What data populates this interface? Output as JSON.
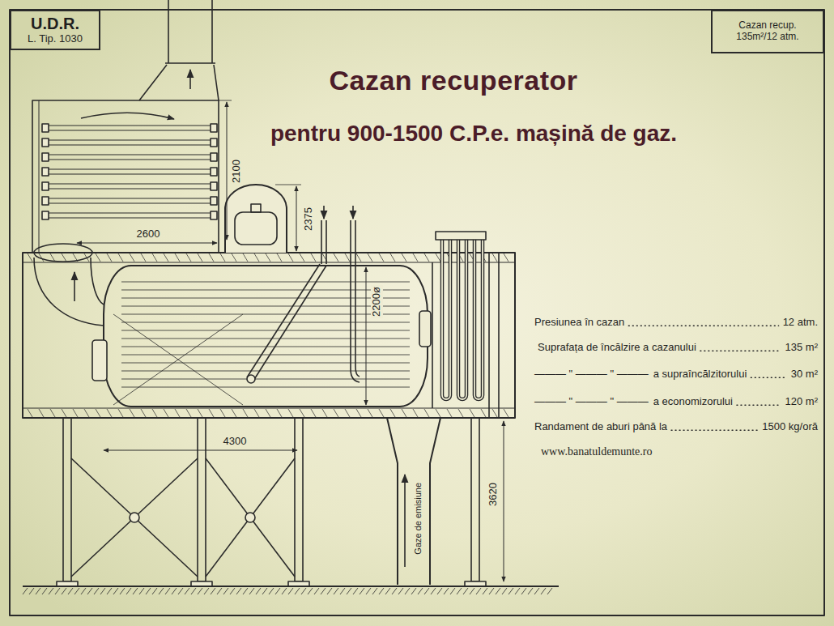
{
  "diagram": {
    "title": "Cazan recuperator",
    "nodes": [
      {
        "text": [
          "U.D.R.",
          "L. Tip. 1030"
        ]
      },
      {
        "text": [
          "Cazan recup.",
          "135m²/12 atm."
        ]
      }
    ],
    "labels": [
      "pentru 900-1500 C.P.e. mașină de gaz.",
      "2100",
      "2600",
      "2375",
      "2200ø",
      "4300",
      "3620",
      "Gaze de emisiune",
      "Presiunea în cazan",
      "12 atm.",
      "Suprafața de încălzire a cazanului",
      "135 m²",
      "——— \" ——— \" ———",
      "a supraîncălzitorului",
      "30 m²",
      "——— \" ——— \" ———",
      "a economizorului",
      "120 m²",
      "Randament de aburi până la",
      "1500 kg/oră",
      "www.banatuldemunte.ro"
    ]
  }
}
